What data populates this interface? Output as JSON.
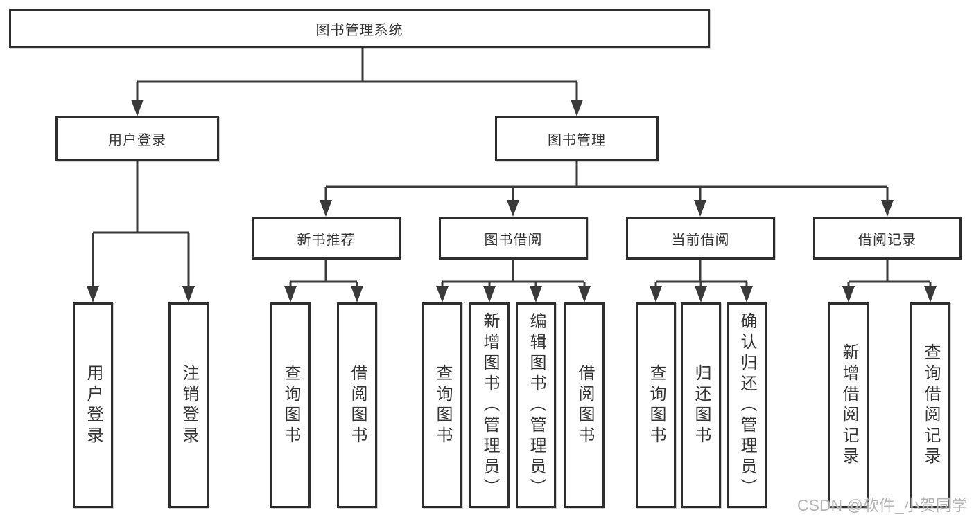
{
  "title": {
    "label": "图书管理系统"
  },
  "branches": {
    "user_login": {
      "label": "用户登录",
      "children": [
        "用户登录",
        "注销登录"
      ]
    },
    "book_management": {
      "label": "图书管理"
    }
  },
  "modules": [
    {
      "label": "新书推荐",
      "children": [
        "查询图书",
        "借阅图书"
      ]
    },
    {
      "label": "图书借阅",
      "children": [
        "查询图书",
        "新增图书（管理员）",
        "编辑图书（管理员）",
        "借阅图书"
      ]
    },
    {
      "label": "当前借阅",
      "children": [
        "查询图书",
        "归还图书",
        "确认归还（管理员）"
      ]
    },
    {
      "label": "借阅记录",
      "children": [
        "新增借阅记录",
        "查询借阅记录"
      ]
    }
  ],
  "watermark": {
    "text": "CSDN @软件_小贺同学"
  },
  "colors": {
    "line": "#3a3a3a",
    "border": "#2e2e2e",
    "text": "#333333",
    "background": "#ffffff",
    "watermark_gray": "#b5b5b5"
  }
}
